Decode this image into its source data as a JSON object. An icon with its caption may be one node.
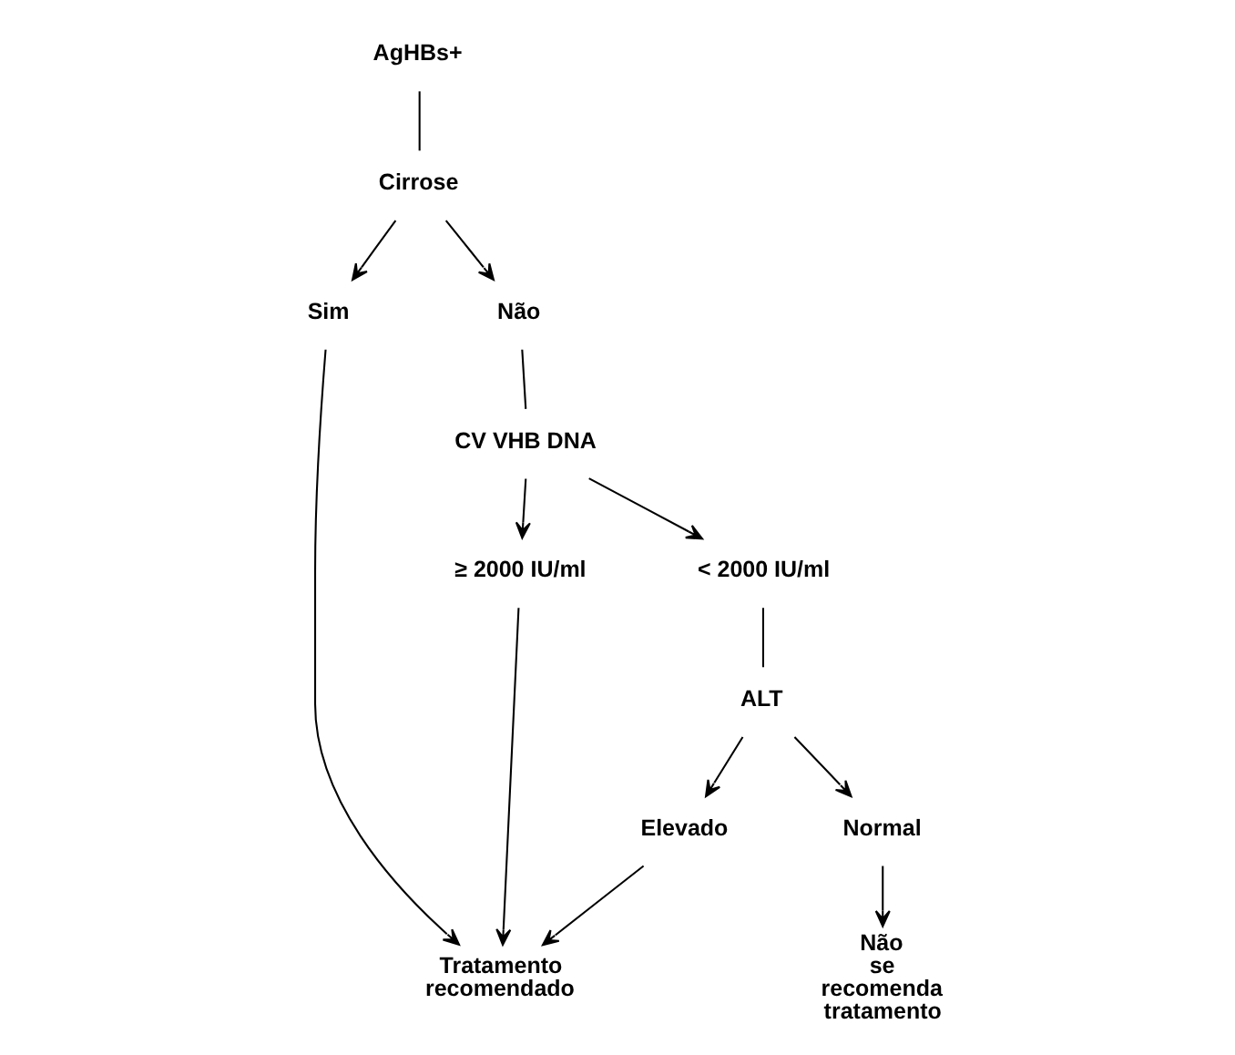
{
  "diagram": {
    "nodes": [
      {
        "text": [
          "AgHBs+"
        ]
      },
      {
        "text": [
          "Cirrose"
        ]
      },
      {
        "text": [
          "Sim"
        ]
      },
      {
        "text": [
          "Não"
        ]
      },
      {
        "text": [
          "CV VHB DNA"
        ]
      },
      {
        "text": [
          "≥ 2000 IU/ml"
        ]
      },
      {
        "text": [
          "< 2000 IU/ml"
        ]
      },
      {
        "text": [
          "ALT"
        ]
      },
      {
        "text": [
          "Elevado"
        ]
      },
      {
        "text": [
          "Normal"
        ]
      },
      {
        "text": [
          "Tratamento recomendado"
        ]
      },
      {
        "text": [
          "Não se recomenda tratamento"
        ]
      }
    ],
    "edges": [
      {
        "from": 0,
        "to": 1,
        "arrow": "none"
      },
      {
        "from": 1,
        "to": 2,
        "arrow": "to"
      },
      {
        "from": 1,
        "to": 3,
        "arrow": "to"
      },
      {
        "from": 3,
        "to": 4,
        "arrow": "none"
      },
      {
        "from": 4,
        "to": 5,
        "arrow": "to"
      },
      {
        "from": 4,
        "to": 6,
        "arrow": "to"
      },
      {
        "from": 2,
        "to": 10,
        "arrow": "to"
      },
      {
        "from": 5,
        "to": 10,
        "arrow": "to"
      },
      {
        "from": 6,
        "to": 7,
        "arrow": "none"
      },
      {
        "from": 7,
        "to": 8,
        "arrow": "to"
      },
      {
        "from": 7,
        "to": 9,
        "arrow": "to"
      },
      {
        "from": 8,
        "to": 10,
        "arrow": "to"
      },
      {
        "from": 9,
        "to": 11,
        "arrow": "to"
      }
    ]
  }
}
